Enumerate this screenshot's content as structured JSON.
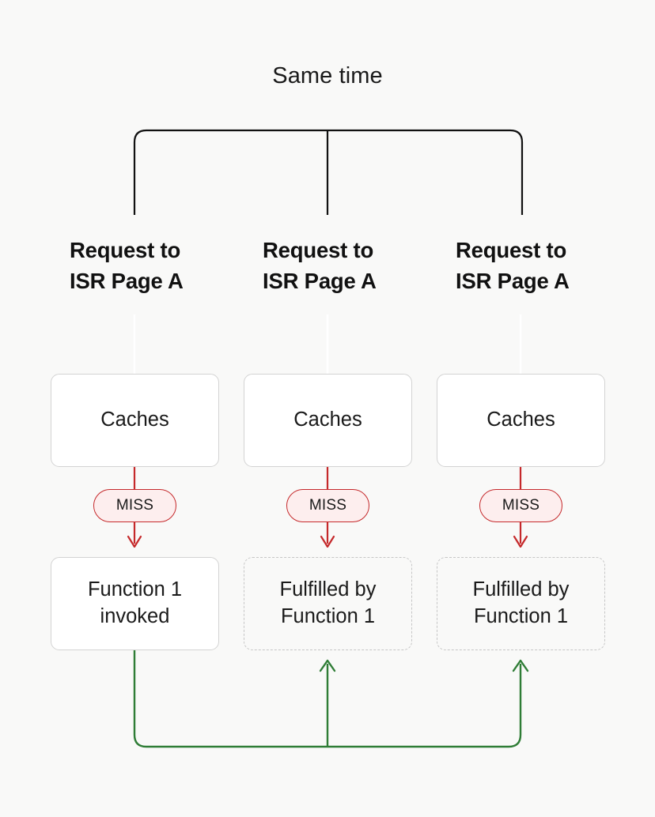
{
  "diagram": {
    "title": "Same time",
    "background_color": "#f9f9f8",
    "columns": [
      {
        "header": "Request to\nISR Page A",
        "cache_label": "Caches",
        "miss_label": "MISS",
        "result_label": "Function 1\ninvoked",
        "result_style": "solid"
      },
      {
        "header": "Request to\nISR Page A",
        "cache_label": "Caches",
        "miss_label": "MISS",
        "result_label": "Fulfilled by\nFunction 1",
        "result_style": "dashed"
      },
      {
        "header": "Request to\nISR Page A",
        "cache_label": "Caches",
        "miss_label": "MISS",
        "result_label": "Fulfilled by\nFunction 1",
        "result_style": "dashed"
      }
    ],
    "colors": {
      "bracket": "#111111",
      "miss_border": "#c5292b",
      "miss_fill": "#fdeeee",
      "miss_arrow": "#c5292b",
      "fulfillment_arrow": "#2f7d36",
      "box_border_solid": "#d3d3d3",
      "box_border_dashed": "#c6c6c6",
      "header_text": "#111111",
      "body_text": "#1a1a1a",
      "top_connector": "#ffffff"
    }
  }
}
